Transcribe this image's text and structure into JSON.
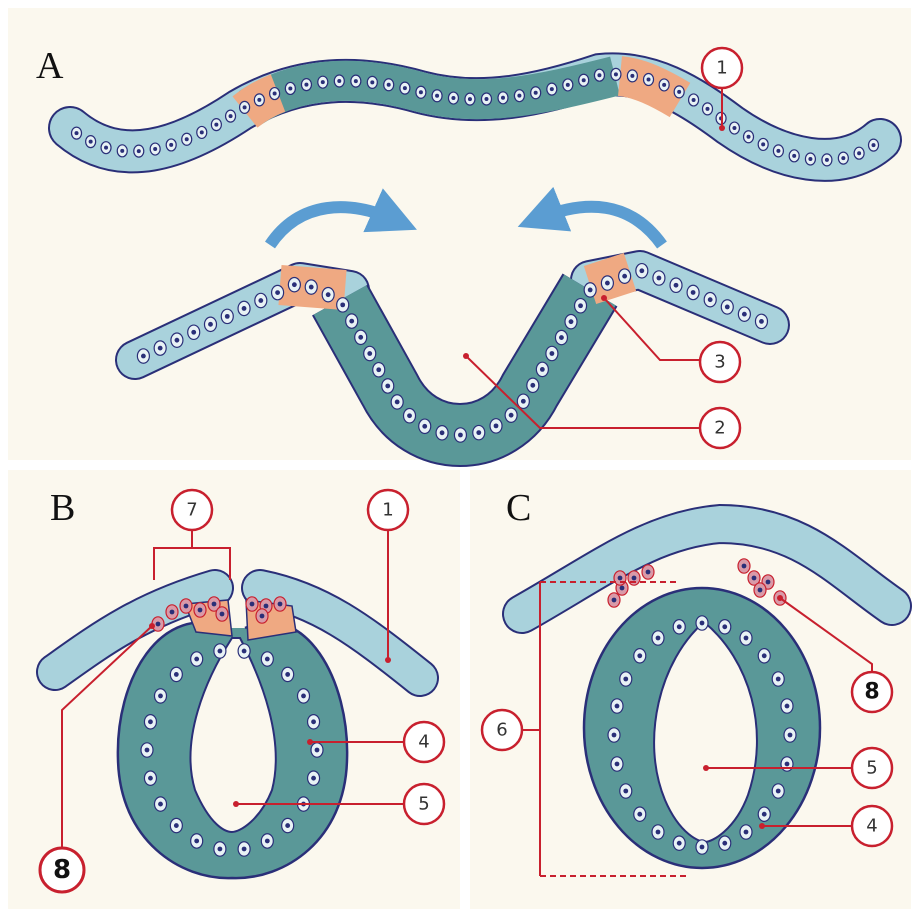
{
  "panels": {
    "a": {
      "label": "A"
    },
    "b": {
      "label": "B"
    },
    "c": {
      "label": "C"
    }
  },
  "callouts": {
    "a1": "1",
    "a2": "2",
    "a3": "3",
    "b1": "1",
    "b4": "4",
    "b5": "5",
    "b7": "7",
    "b8": "8",
    "c4": "4",
    "c5": "5",
    "c6": "6",
    "c8": "8"
  },
  "colors": {
    "panel_bg": "#fbf8ee",
    "ectoderm": "#a9d2dc",
    "neural_plate": "#5a9898",
    "neural_crest": "#efa982",
    "crest_cells": "#d99aa8",
    "outline": "#2a2f78",
    "nucleus": "#2a2f78",
    "callout": "#c8202e",
    "arrow": "#5b9dd2"
  }
}
